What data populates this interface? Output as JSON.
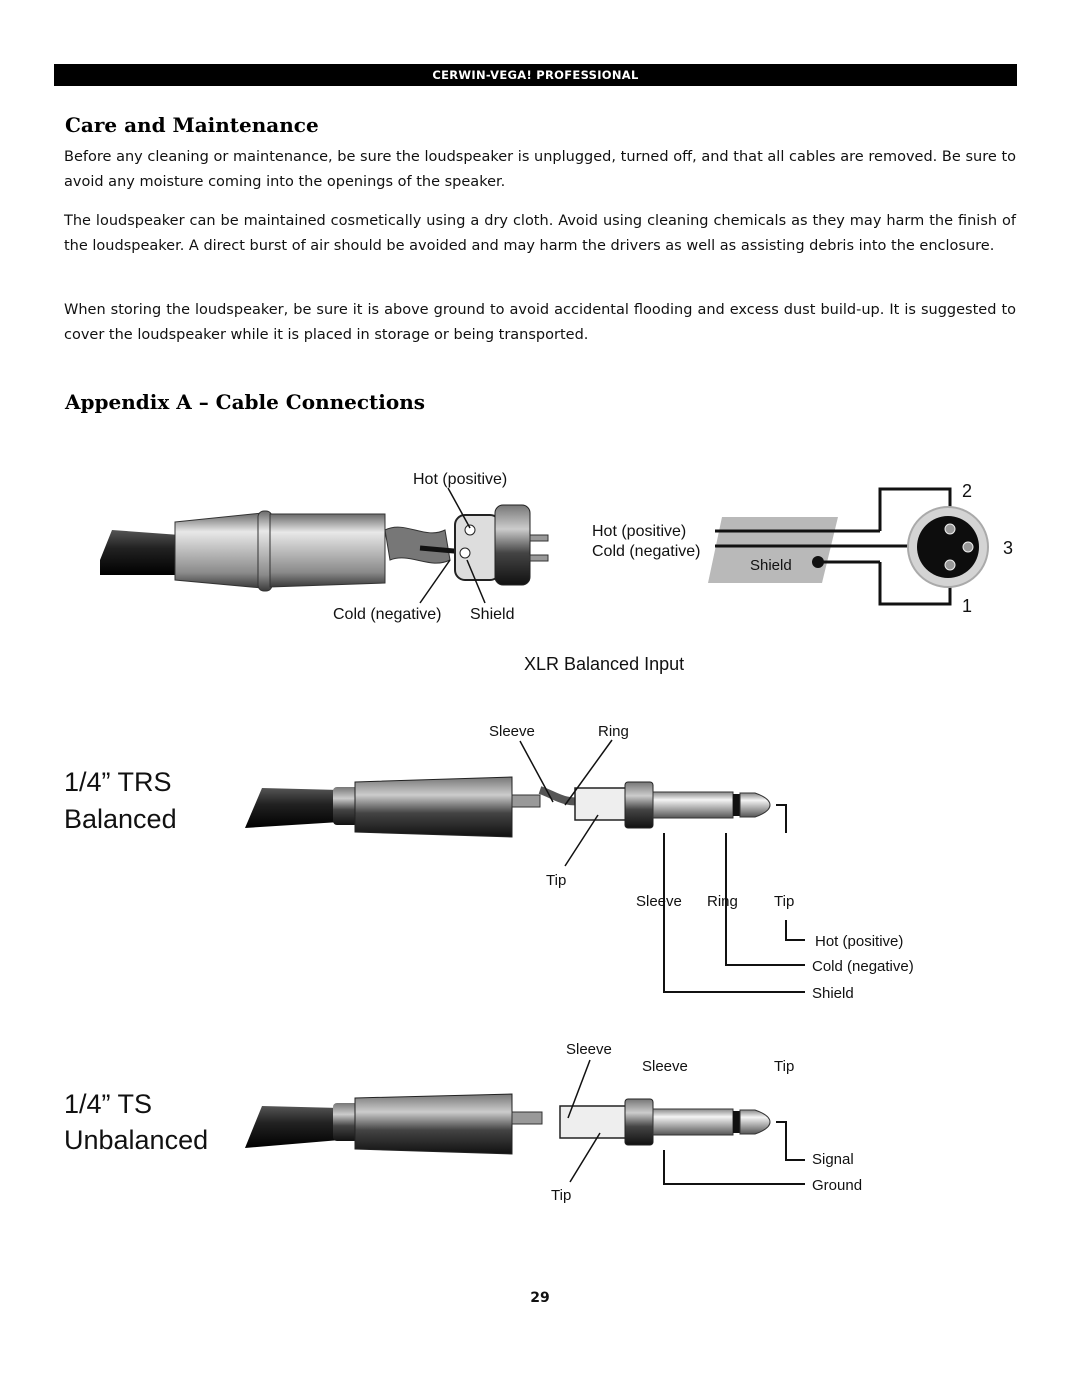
{
  "header": {
    "brand": "CERWIN-VEGA! PROFESSIONAL"
  },
  "care": {
    "title": "Care and Maintenance",
    "paragraphs": [
      "Before any cleaning or maintenance, be sure the loudspeaker is unplugged, turned off, and that all cables are removed. Be sure to avoid any moisture coming into the openings of the speaker.",
      "The loudspeaker can be maintained cosmetically using a dry cloth. Avoid using cleaning chemicals as they may harm the finish of the loudspeaker. A direct burst of air should be avoided and may harm the drivers as well as assisting debris into the enclosure.",
      "When storing the loudspeaker, be sure it is above ground to avoid accidental flooding and excess dust build-up. It is suggested to cover the loudspeaker while it is placed in storage or being transported."
    ]
  },
  "appendix": {
    "title": "Appendix A – Cable Connections"
  },
  "xlr": {
    "hot_top": "Hot (positive)",
    "cold_bottom": "Cold (negative)",
    "shield_bottom": "Shield",
    "hot_wire": "Hot (positive)",
    "cold_wire": "Cold (negative)",
    "shield_wire": "Shield",
    "pin2": "2",
    "pin3": "3",
    "pin1": "1",
    "caption": "XLR Balanced Input"
  },
  "trs": {
    "title_line1": "1/4” TRS",
    "title_line2": "Balanced",
    "sleeve_top": "Sleeve",
    "ring_top": "Ring",
    "tip_bottom": "Tip",
    "sleeve_col": "Sleeve",
    "ring_col": "Ring",
    "tip_col": "Tip",
    "hot": "Hot (positive)",
    "cold": "Cold (negative)",
    "shield": "Shield"
  },
  "ts": {
    "title_line1": "1/4” TS",
    "title_line2": "Unbalanced",
    "sleeve_top": "Sleeve",
    "sleeve_col": "Sleeve",
    "tip_col": "Tip",
    "tip_bottom": "Tip",
    "signal": "Signal",
    "ground": "Ground"
  },
  "page_number": "29"
}
